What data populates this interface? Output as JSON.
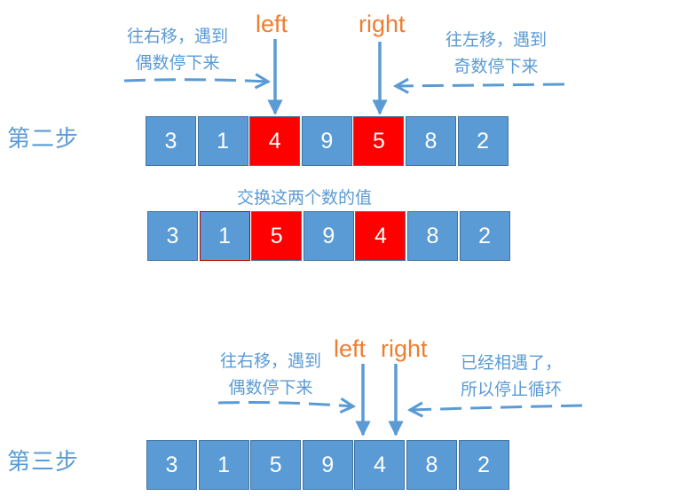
{
  "steps": [
    {
      "label": "第二步",
      "left_note": [
        "往右移，遇到",
        "偶数停下来"
      ],
      "right_note": [
        "往左移，遇到",
        "奇数停下来"
      ],
      "pointer_left": "left",
      "pointer_right": "right",
      "row": [
        {
          "value": "3",
          "state": "normal"
        },
        {
          "value": "1",
          "state": "normal"
        },
        {
          "value": "4",
          "state": "highlight"
        },
        {
          "value": "9",
          "state": "normal"
        },
        {
          "value": "5",
          "state": "highlight"
        },
        {
          "value": "8",
          "state": "normal"
        },
        {
          "value": "2",
          "state": "normal"
        }
      ],
      "swap_caption": "交换这两个数的值",
      "swapped_row": [
        {
          "value": "3",
          "state": "normal"
        },
        {
          "value": "1",
          "state": "outlined"
        },
        {
          "value": "5",
          "state": "highlight"
        },
        {
          "value": "9",
          "state": "normal"
        },
        {
          "value": "4",
          "state": "highlight"
        },
        {
          "value": "8",
          "state": "normal"
        },
        {
          "value": "2",
          "state": "normal"
        }
      ]
    },
    {
      "label": "第三步",
      "left_note": [
        "往右移，遇到",
        "偶数停下来"
      ],
      "right_note": [
        "已经相遇了，",
        "所以停止循环"
      ],
      "pointer_left": "left",
      "pointer_right": "right",
      "row": [
        {
          "value": "3",
          "state": "normal"
        },
        {
          "value": "1",
          "state": "normal"
        },
        {
          "value": "5",
          "state": "normal"
        },
        {
          "value": "9",
          "state": "normal"
        },
        {
          "value": "4",
          "state": "normal"
        },
        {
          "value": "8",
          "state": "normal"
        },
        {
          "value": "2",
          "state": "normal"
        }
      ]
    }
  ],
  "colors": {
    "cell_fill": "#5b9bd5",
    "cell_highlight": "#ff0000",
    "cell_border": "#41719c",
    "note_text": "#5b9bd5",
    "pointer_text": "#ed7d31",
    "arrow": "#5b9bd5"
  }
}
